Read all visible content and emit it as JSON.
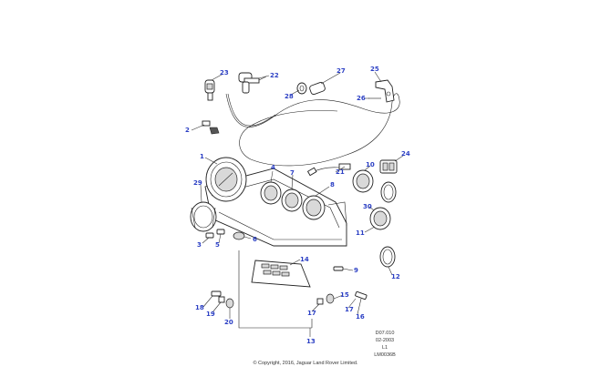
{
  "diagram": {
    "callouts": [
      {
        "id": "c1",
        "label": "1"
      },
      {
        "id": "c2",
        "label": "2"
      },
      {
        "id": "c3",
        "label": "3"
      },
      {
        "id": "c4",
        "label": "4"
      },
      {
        "id": "c5",
        "label": "5"
      },
      {
        "id": "c6",
        "label": "6"
      },
      {
        "id": "c7",
        "label": "7"
      },
      {
        "id": "c8",
        "label": "8"
      },
      {
        "id": "c9",
        "label": "9"
      },
      {
        "id": "c10",
        "label": "10"
      },
      {
        "id": "c11",
        "label": "11"
      },
      {
        "id": "c12",
        "label": "12"
      },
      {
        "id": "c13",
        "label": "13"
      },
      {
        "id": "c14",
        "label": "14"
      },
      {
        "id": "c15",
        "label": "15"
      },
      {
        "id": "c16",
        "label": "16"
      },
      {
        "id": "c17a",
        "label": "17"
      },
      {
        "id": "c17b",
        "label": "17"
      },
      {
        "id": "c18",
        "label": "18"
      },
      {
        "id": "c19",
        "label": "19"
      },
      {
        "id": "c20",
        "label": "20"
      },
      {
        "id": "c21",
        "label": "21"
      },
      {
        "id": "c22",
        "label": "22"
      },
      {
        "id": "c23",
        "label": "23"
      },
      {
        "id": "c24",
        "label": "24"
      },
      {
        "id": "c25",
        "label": "25"
      },
      {
        "id": "c26",
        "label": "26"
      },
      {
        "id": "c27",
        "label": "27"
      },
      {
        "id": "c28",
        "label": "28"
      },
      {
        "id": "c29",
        "label": "29"
      },
      {
        "id": "c30",
        "label": "30"
      }
    ],
    "ref_lines": [
      "D07.010",
      "02-2003",
      "L1",
      "LM0036B"
    ],
    "copyright": "© Copyright, 2016, Jaguar Land Rover Limited."
  },
  "colors": {
    "callout": "#2b3fc4",
    "line": "#222222",
    "background": "#ffffff"
  }
}
